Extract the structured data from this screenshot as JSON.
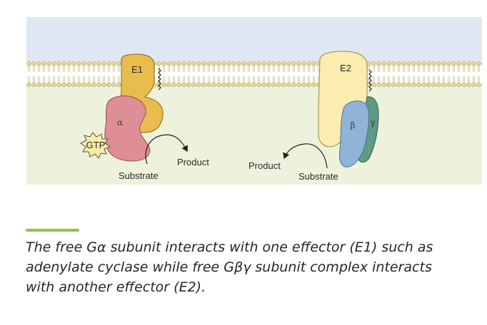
{
  "diagram": {
    "effector_1_label": "E1",
    "effector_2_label": "E2",
    "alpha_label": "α",
    "gtp_label": "GTP",
    "beta_label": "β",
    "gamma_label": "γ",
    "left_substrate_label": "Substrate",
    "left_product_label": "Product",
    "right_substrate_label": "Substrate",
    "right_product_label": "Product"
  },
  "caption": {
    "text": "The free Gα subunit interacts with one effector (E1) such as adenylate cyclase while free Gβγ subunit complex interacts with another effector (E2)."
  },
  "colors": {
    "extracellular": "#dfe7f2",
    "cytoplasm": "#eef2dc",
    "membrane_head": "#e8dca0",
    "effector_1": "#e8bd4e",
    "effector_2": "#fbedb0",
    "g_alpha": "#de8e96",
    "g_beta": "#8fb4d8",
    "g_gamma": "#5f9a86",
    "gtp_burst": "#f7eba6",
    "accent": "#8cc63f"
  }
}
